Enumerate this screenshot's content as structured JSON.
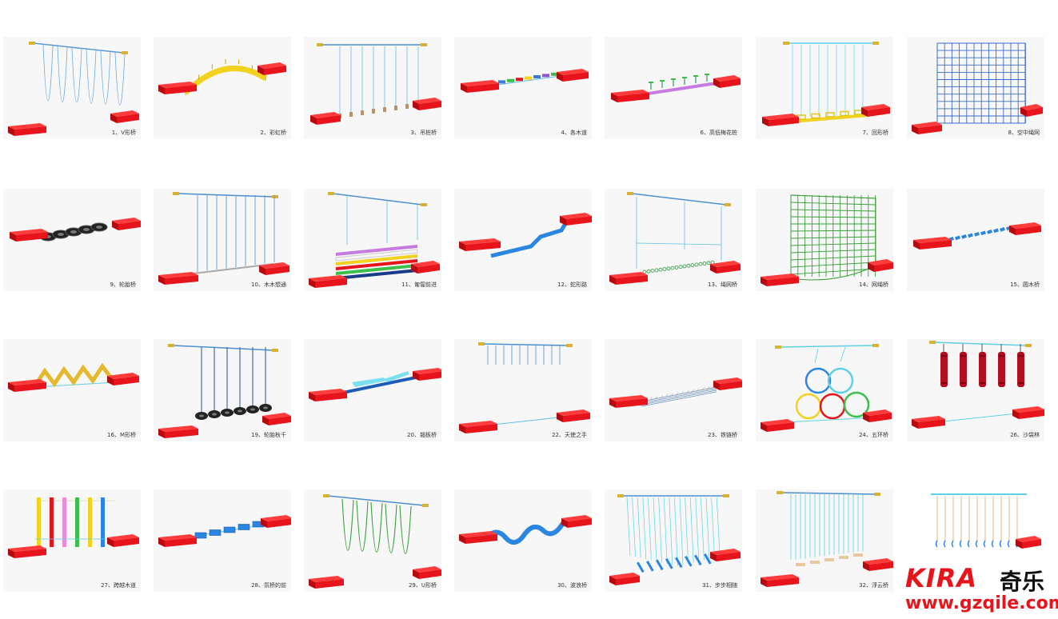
{
  "items": [
    {
      "label": "1、V形桥",
      "kind": "v"
    },
    {
      "label": "2、彩虹桥",
      "kind": "arch"
    },
    {
      "label": "3、吊桩桥",
      "kind": "posts"
    },
    {
      "label": "4、各木道",
      "kind": "planks"
    },
    {
      "label": "6、高低梅花桩",
      "kind": "stumps"
    },
    {
      "label": "7、回形桥",
      "kind": "squares"
    },
    {
      "label": "8、空中绳网",
      "kind": "bignet"
    },
    {
      "label": "9、轮胎桥",
      "kind": "tires"
    },
    {
      "label": "10、木木想通",
      "kind": "ladder"
    },
    {
      "label": "11、匍匐前进",
      "kind": "tubes"
    },
    {
      "label": "12、蛇形路",
      "kind": "snake"
    },
    {
      "label": "13、绳网桥",
      "kind": "lownet"
    },
    {
      "label": "14、网绳桥",
      "kind": "greennet"
    },
    {
      "label": "15、圆木桥",
      "kind": "logs"
    },
    {
      "label": "16、M形桥",
      "kind": "mshape"
    },
    {
      "label": "19、轮胎秋千",
      "kind": "tireswing"
    },
    {
      "label": "20、翘板桥",
      "kind": "seesaw"
    },
    {
      "label": "22、天使之手",
      "kind": "angel"
    },
    {
      "label": "23、铁链桥",
      "kind": "chain"
    },
    {
      "label": "24、五环桥",
      "kind": "rings"
    },
    {
      "label": "26、沙袋林",
      "kind": "sandbag"
    },
    {
      "label": "27、跨越木道",
      "kind": "poles"
    },
    {
      "label": "28、氛桥的前",
      "kind": "blocks"
    },
    {
      "label": "29、U形桥",
      "kind": "u"
    },
    {
      "label": "30、波浪桥",
      "kind": "wave"
    },
    {
      "label": "31、步步相随",
      "kind": "steps"
    },
    {
      "label": "32、浮云桥",
      "kind": "cloud"
    },
    {
      "label": "",
      "kind": "ropes"
    }
  ],
  "logo": {
    "brand": "KIRA",
    "cn": "奇乐",
    "url": "www.gzqile.com"
  }
}
